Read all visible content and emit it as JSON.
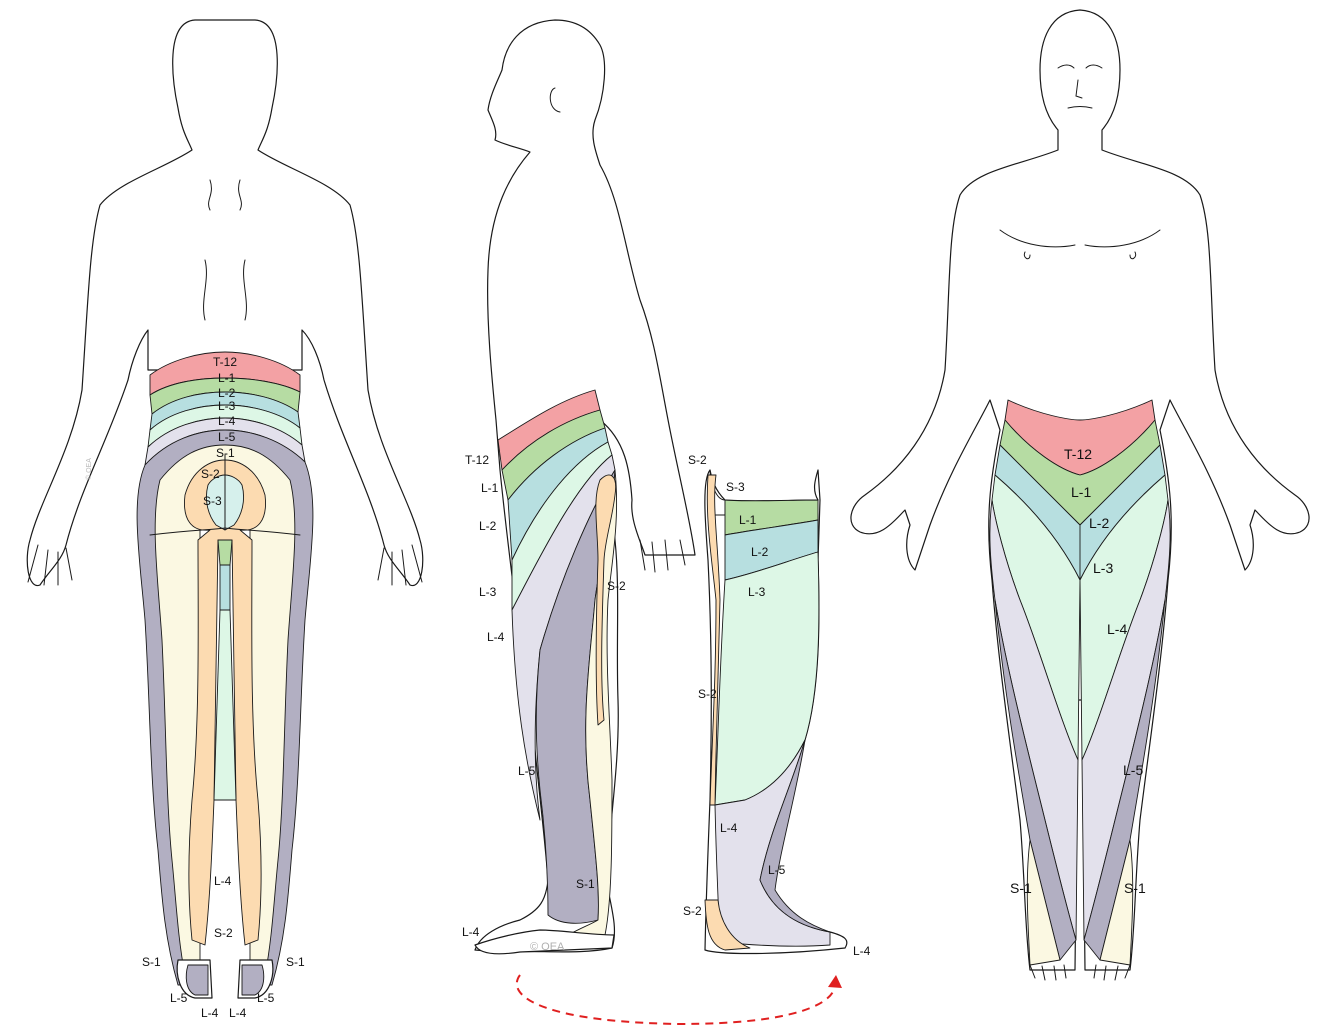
{
  "colors": {
    "T-12": "#f3a1a4",
    "L-1": "#b6dca3",
    "L-2": "#b7dfe0",
    "L-3": "#ddf7e6",
    "L-4": "#e3e1ec",
    "L-5": "#b2afc2",
    "S-1": "#fbf8e2",
    "S-2": "#fcdbb1",
    "S-3": "#d6f0ec",
    "arrow": "#e02020"
  },
  "back_view": {
    "labels": [
      "T-12",
      "L-1",
      "L-2",
      "L-3",
      "L-4",
      "L-5",
      "S-1",
      "S-2",
      "S-3",
      "L-4",
      "S-2",
      "S-1",
      "S-1",
      "L-5",
      "L-5",
      "L-4",
      "L-4"
    ],
    "copyright": "© OEA"
  },
  "side_view": {
    "labels": [
      "T-12",
      "L-1",
      "L-2",
      "L-3",
      "L-4",
      "S-2",
      "L-5",
      "S-1",
      "L-4"
    ],
    "copyright": "© OEA"
  },
  "inner_leg_view": {
    "labels": [
      "S-2",
      "S-3",
      "L-1",
      "L-2",
      "L-3",
      "S-2",
      "L-4",
      "L-5",
      "S-2",
      "L-4"
    ]
  },
  "front_view": {
    "labels": [
      "T-12",
      "L-1",
      "L-2",
      "L-3",
      "L-4",
      "L-5",
      "S-1",
      "S-1"
    ]
  },
  "rotation_arrow_icon": "dashed-curved-arrow"
}
